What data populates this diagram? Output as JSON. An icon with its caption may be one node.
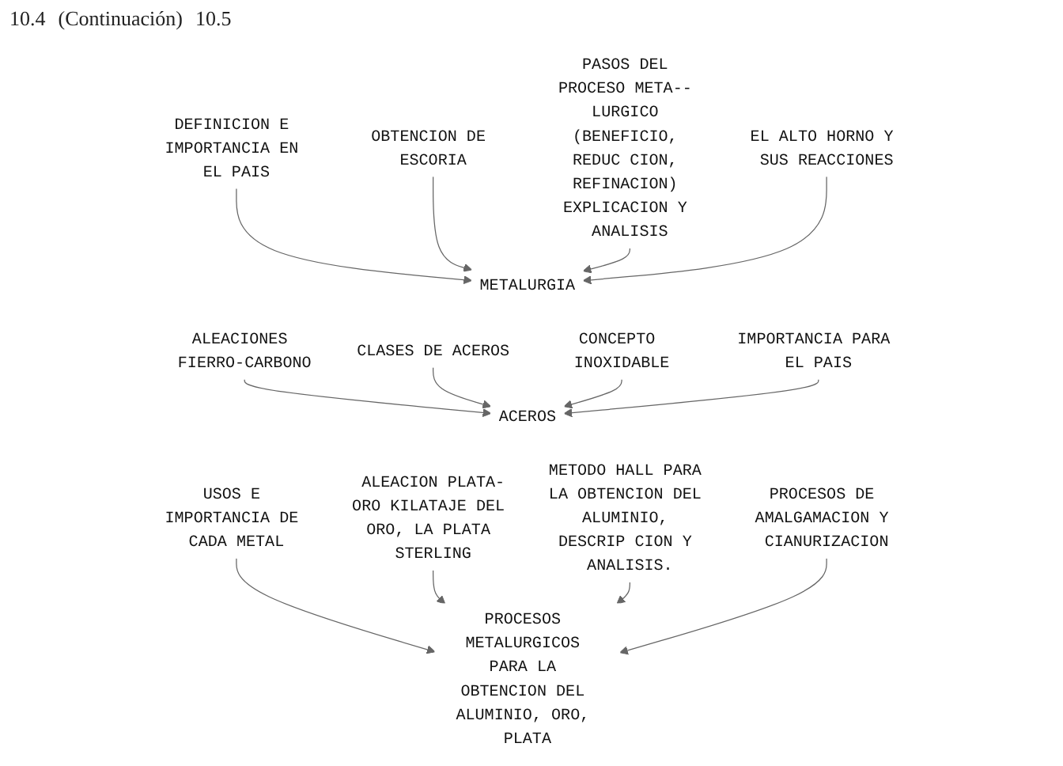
{
  "diagram": {
    "nodes": [
      {
        "text": [
          "DEFINICION E IMPORTANCIA EN EL PAIS"
        ]
      },
      {
        "text": [
          "OBTENCION DE ESCORIA"
        ]
      },
      {
        "text": [
          "METALURGIA"
        ]
      },
      {
        "text": [
          "PASOS DEL PROCESO META-- LURGICO (BENEFICIO, REDUC CION, REFINACION) EXPLICACION Y ANALISIS"
        ]
      },
      {
        "text": [
          "EL ALTO HORNO Y SUS REACCIONES"
        ]
      },
      {
        "text": [
          "ALEACIONES FIERRO-CARBONO"
        ]
      },
      {
        "text": [
          "CLASES DE ACEROS"
        ]
      },
      {
        "text": [
          "ACEROS"
        ]
      },
      {
        "text": [
          "CONCEPTO INOXIDABLE"
        ]
      },
      {
        "text": [
          "IMPORTANCIA PARA EL PAIS"
        ]
      },
      {
        "text": [
          "USOS E IMPORTANCIA DE CADA METAL"
        ]
      },
      {
        "text": [
          "ALEACION PLATA-ORO KILATAJE DEL ORO, LA PLATA STERLING"
        ]
      },
      {
        "text": [
          "PROCESOS METALURGICOS PARA LA OBTENCION DEL ALUMINIO, ORO, PLATA"
        ]
      },
      {
        "text": [
          "METODO HALL PARA LA OBTENCION DEL ALUMINIO, DESCRIP CION Y ANALISIS."
        ]
      },
      {
        "text": [
          "PROCESOS DE AMALGAMACION Y CIANURIZACION"
        ]
      }
    ],
    "edges": [
      {
        "from": 0,
        "to": 2,
        "arrow": "to"
      },
      {
        "from": 1,
        "to": 2,
        "arrow": "to"
      },
      {
        "from": 3,
        "to": 2,
        "arrow": "to"
      },
      {
        "from": 4,
        "to": 2,
        "arrow": "to"
      },
      {
        "from": 5,
        "to": 7,
        "arrow": "to"
      },
      {
        "from": 6,
        "to": 7,
        "arrow": "to"
      },
      {
        "from": 8,
        "to": 7,
        "arrow": "to"
      },
      {
        "from": 9,
        "to": 7,
        "arrow": "to"
      },
      {
        "from": 10,
        "to": 12,
        "arrow": "to"
      },
      {
        "from": 11,
        "to": 12,
        "arrow": "to"
      },
      {
        "from": 13,
        "to": 12,
        "arrow": "to"
      },
      {
        "from": 14,
        "to": 12,
        "arrow": "to"
      }
    ],
    "labels": [
      "10.4",
      "(Continuación)",
      "10.5"
    ]
  }
}
